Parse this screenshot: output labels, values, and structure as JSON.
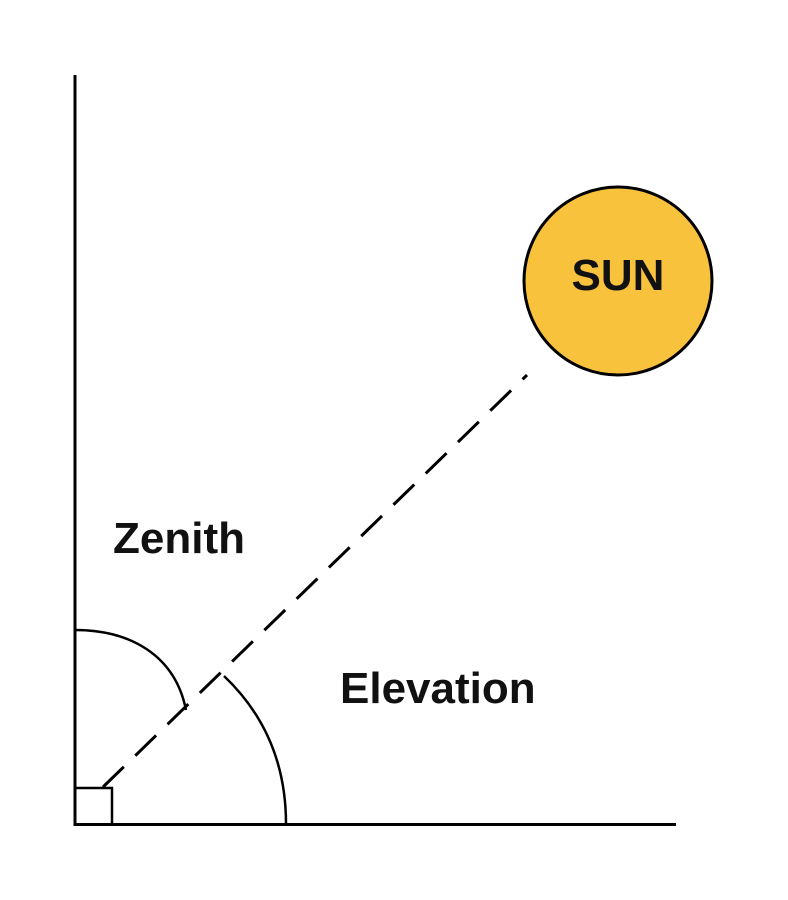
{
  "diagram": {
    "sun_label": "SUN",
    "zenith_label": "Zenith",
    "elevation_label": "Elevation",
    "colors": {
      "sun_fill": "#F9C23C",
      "stroke": "#000000",
      "text": "#111111",
      "background": "#FFFFFF"
    }
  }
}
